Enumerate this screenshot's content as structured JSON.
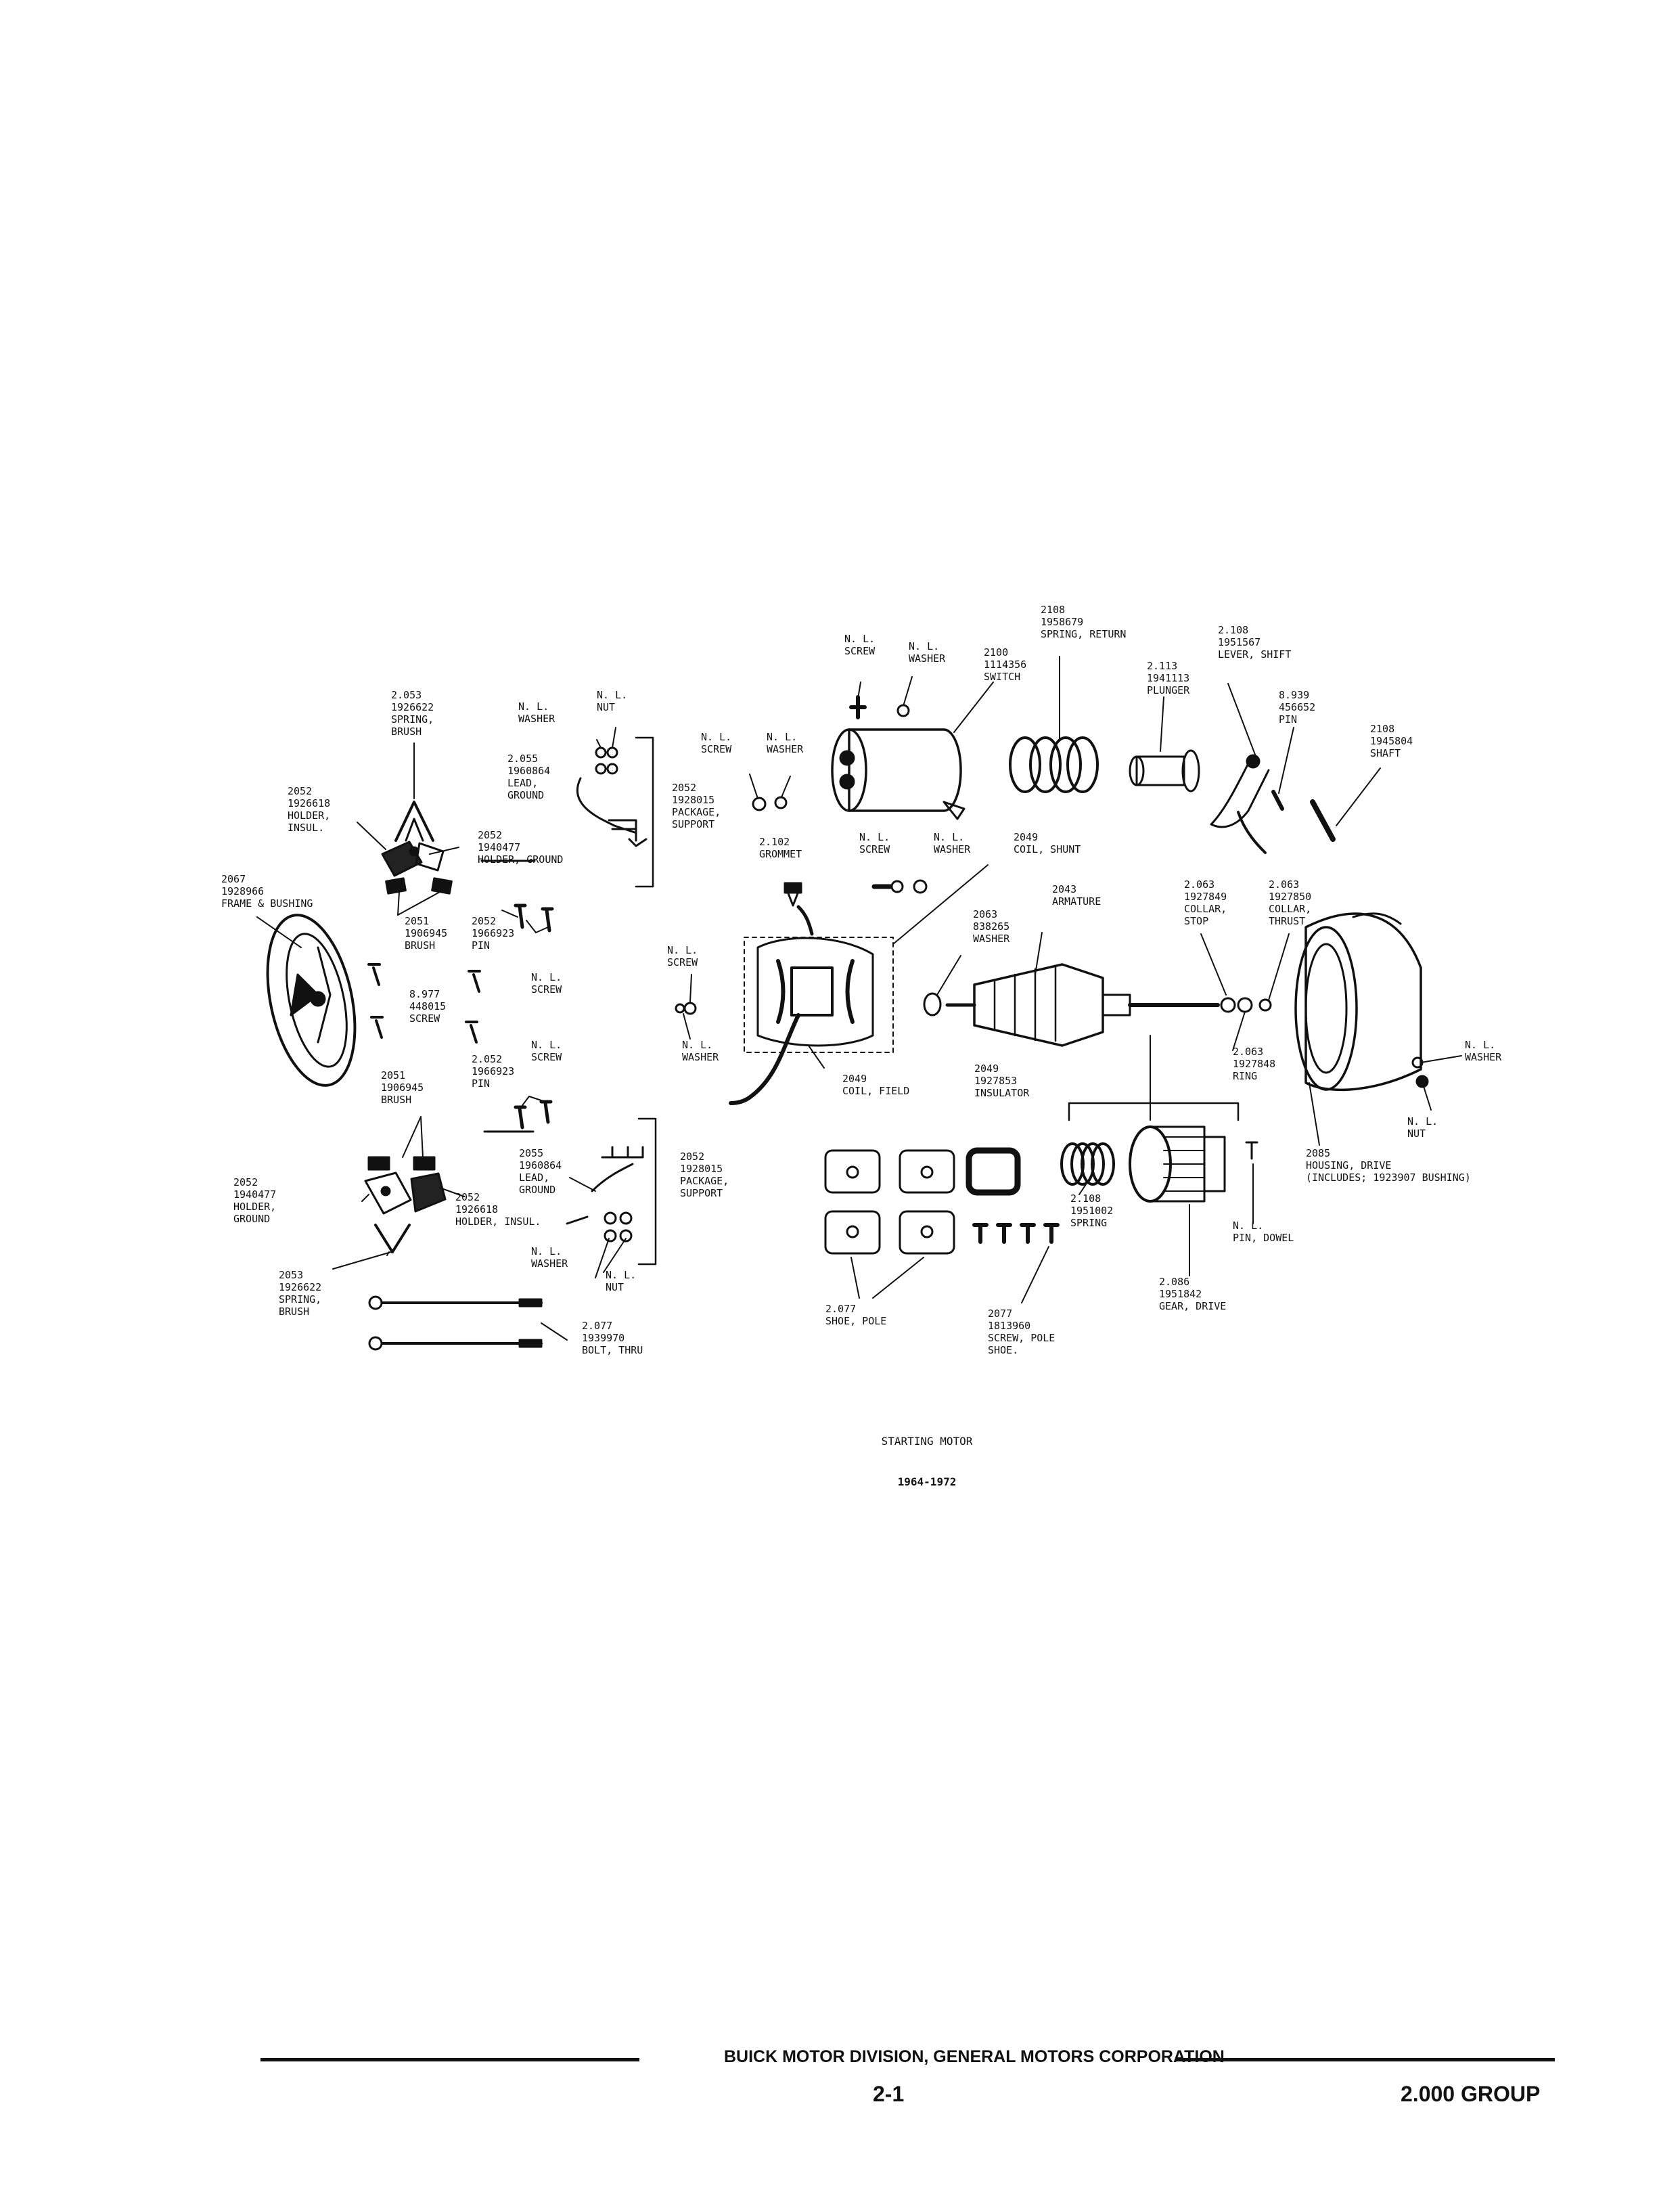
{
  "caption": {
    "line1": "STARTING MOTOR",
    "line2": "1964-1972"
  },
  "footer": {
    "company": "BUICK MOTOR DIVISION, GENERAL MOTORS CORPORATION",
    "page_number": "2-1",
    "group": "2.000 GROUP"
  },
  "labels": {
    "spring_return": "2108\n1958679\nSPRING, RETURN",
    "nl_screw_top": "N. L.\nSCREW",
    "nl_washer_top": "N. L.\nWASHER",
    "switch": "2100\n1114356\nSWITCH",
    "lever_shift": "2.108\n1951567\nLEVER, SHIFT",
    "plunger": "2.113\n1941113\nPLUNGER",
    "pin_8939": "8.939\n456652\nPIN",
    "shaft": "2108\n1945804\nSHAFT",
    "spring_brush_top": "2.053\n1926622\nSPRING,\nBRUSH",
    "nl_washer_left_top": "N. L.\nWASHER",
    "nl_nut_left_top": "N. L.\nNUT",
    "lead_ground_top": "2.055\n1960864\nLEAD,\nGROUND",
    "nl_screw_mid": "N. L.\nSCREW",
    "nl_washer_mid": "N. L.\nWASHER",
    "package_support_top": "2052\n1928015\nPACKAGE,\nSUPPORT",
    "holder_insul_top": "2052\n1926618\nHOLDER,\nINSUL.",
    "holder_ground_top": "2052\n1940477\nHOLDER, GROUND",
    "grommet": "2.102\nGROMMET",
    "nl_screw_grommet": "N. L.\nSCREW",
    "nl_washer_grommet": "N. L.\nWASHER",
    "coil_shunt": "2049\nCOIL, SHUNT",
    "frame_bushing": "2067\n1928966\nFRAME & BUSHING",
    "brush_top": "2051\n1906945\nBRUSH",
    "pin_top": "2052\n1966923\nPIN",
    "armature": "2043\nARMATURE",
    "washer_2063": "2063\n838265\nWASHER",
    "collar_stop": "2.063\n1927849\nCOLLAR,\nSTOP",
    "collar_thrust": "2.063\n1927850\nCOLLAR,\nTHRUST",
    "nl_screw_topleft": "N. L.\nSCREW",
    "nl_screw_pin": "N. L.\nSCREW",
    "screw_8977": "8.977\n448015\nSCREW",
    "nl_washer_field": "N. L.\nWASHER",
    "nl_screw_lower": "N. L.\nSCREW",
    "pin_lower": "2.052\n1966923\nPIN",
    "ring": "2.063\n1927848\nRING",
    "nl_washer_housing": "N. L.\nWASHER",
    "brush_lower": "2051\n1906945\nBRUSH",
    "coil_field": "2049\nCOIL, FIELD",
    "insulator": "2049\n1927853\nINSULATOR",
    "nl_nut_housing": "N. L.\nNUT",
    "lead_ground_lower": "2055\n1960864\nLEAD,\nGROUND",
    "package_support_lower": "2052\n1928015\nPACKAGE,\nSUPPORT",
    "housing_drive": "2085\nHOUSING, DRIVE\n(INCLUDES; 1923907 BUSHING)",
    "holder_ground_lower": "2052\n1940477\nHOLDER,\nGROUND",
    "holder_insul_lower": "2052\n1926618\nHOLDER, INSUL.",
    "spring_2108": "2.108\n1951002\nSPRING",
    "nl_washer_lower": "N. L.\nWASHER",
    "nl_nut_lower": "N. L.\nNUT",
    "pin_dowel": "N. L.\nPIN, DOWEL",
    "spring_brush_lower": "2053\n1926622\nSPRING,\nBRUSH",
    "gear_drive": "2.086\n1951842\nGEAR, DRIVE",
    "shoe_pole": "2.077\nSHOE, POLE",
    "screw_pole_shoe": "2077\n1813960\nSCREW, POLE\nSHOE.",
    "bolt_thru": "2.077\n1939970\nBOLT, THRU"
  }
}
